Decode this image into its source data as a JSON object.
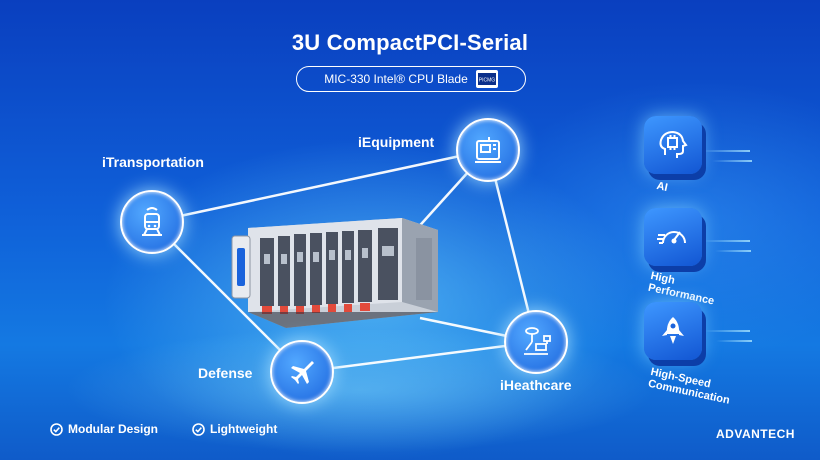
{
  "title": "3U CompactPCI-Serial",
  "subtitle": "MIC-330 Intel® CPU Blade",
  "subtitle_logo": {
    "icon": "picmg-logo-icon",
    "text": "PICMG"
  },
  "nodes": {
    "transportation": {
      "label": "iTransportation",
      "icon": "train-icon"
    },
    "equipment": {
      "label": "iEquipment",
      "icon": "machine-icon"
    },
    "defense": {
      "label": "Defense",
      "icon": "jet-icon"
    },
    "healthcare": {
      "label": "iHeathcare",
      "icon": "medical-robot-icon"
    }
  },
  "side_features": [
    {
      "label": "AI",
      "icon": "ai-chip-head-icon"
    },
    {
      "label_line1": "High",
      "label_line2": "Performance",
      "icon": "speedometer-icon"
    },
    {
      "label_line1": "High-Speed",
      "label_line2": "Communication",
      "icon": "rocket-icon"
    }
  ],
  "bottom_features": [
    {
      "label": "Modular Design",
      "icon": "check-circle-icon"
    },
    {
      "label": "Lightweight",
      "icon": "check-circle-icon"
    }
  ],
  "brand": "ADVANTECH",
  "colors": {
    "accent": "#1a63dc",
    "background": "#0f5fd8",
    "text": "#ffffff"
  }
}
